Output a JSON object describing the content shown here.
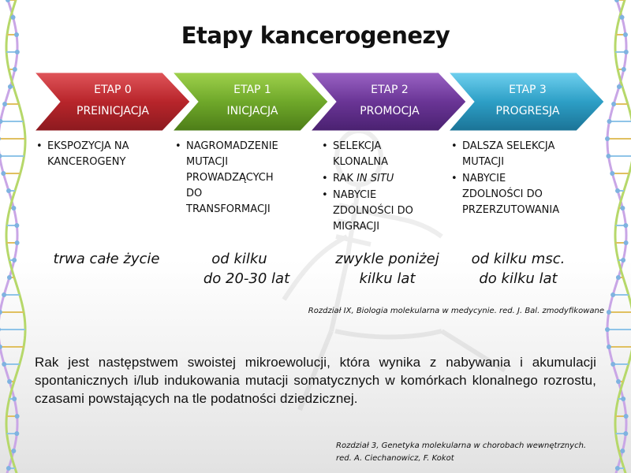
{
  "slide": {
    "title": "Etapy kancerogenezy",
    "stages": [
      {
        "label": "ETAP 0",
        "name": "PREINICJACJA",
        "color": "#b8252b",
        "bullets": [
          [
            "EKSPOZYCJA NA",
            "KANCEROGENY"
          ]
        ],
        "duration": [
          "trwa całe życie"
        ]
      },
      {
        "label": "ETAP 1",
        "name": "INICJACJA",
        "color": "#6fa82a",
        "bullets": [
          [
            "NAGROMADZENIE",
            "MUTACJI",
            "PROWADZĄCYCH",
            "DO",
            "TRANSFORMACJI"
          ]
        ],
        "duration": [
          "od kilku",
          "do 20-30 lat"
        ]
      },
      {
        "label": "ETAP 2",
        "name": "PROMOCJA",
        "color": "#6a3596",
        "bullets": [
          [
            "SELEKCJA",
            "KLONALNA"
          ],
          [
            "RAK IN SITU"
          ],
          [
            "NABYCIE",
            "ZDOLNOŚCI DO",
            "MIGRACJI"
          ]
        ],
        "duration": [
          "zwykle poniżej",
          "kilku lat"
        ]
      },
      {
        "label": "ETAP 3",
        "name": "PROGRESJA",
        "color": "#2d9fc6",
        "bullets": [
          [
            "DALSZA SELEKCJA",
            "MUTACJI"
          ],
          [
            "NABYCIE",
            "ZDOLNOŚCI DO",
            "PRZERZUTOWANIA"
          ]
        ],
        "duration": [
          "od kilku msc.",
          "do kilku lat"
        ]
      }
    ],
    "citation_1": "Rozdział IX, Biologia molekularna w medycynie. red. J. Bal. zmodyfikowane",
    "paragraph": "Rak jest następstwem swoistej mikroewolucji, która wynika z nabywania i akumulacji spontanicznych i/lub indukowania mutacji somatycznych w komórkach klonalnego rozrostu, czasami powstających na tle podatności dziedzicznej.",
    "citation_2_line1": "Rozdział 3, Genetyka molekularna w chorobach wewnętrznych.",
    "citation_2_line2": "red. A. Ciechanowicz, F. Kokot"
  }
}
